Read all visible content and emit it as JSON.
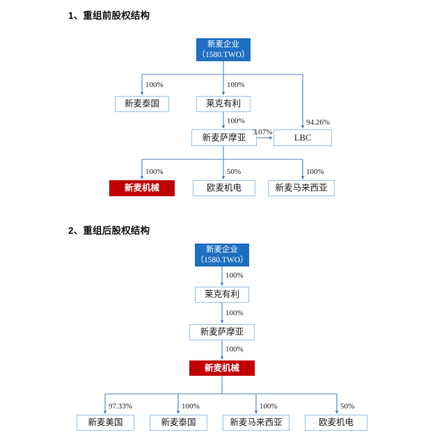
{
  "document": {
    "sections": [
      {
        "id": "pre-restructure",
        "heading": "1、重组前股权结构"
      },
      {
        "id": "post-restructure",
        "heading": "2、重组后股权结构"
      }
    ]
  },
  "colors": {
    "parent_blue": "#1f6fc0",
    "highlight_red": "#c00000",
    "box_border": "#9cc3e5",
    "connector": "#4f81bd",
    "text": "#1a1a1a"
  },
  "chart_data": [
    {
      "type": "diagram",
      "title": "1、重组前股权结构",
      "nodes": [
        {
          "id": "c1-parent",
          "label_line1": "新麦企业",
          "label_line2": "（1580.TWO）",
          "style": "blue"
        },
        {
          "id": "c1-thailand",
          "label": "新麦泰国",
          "style": "plain"
        },
        {
          "id": "c1-laikeyouli",
          "label": "莱克有利",
          "style": "plain"
        },
        {
          "id": "c1-samoa",
          "label": "新麦萨摩亚",
          "style": "plain"
        },
        {
          "id": "c1-lbc",
          "label": "LBC",
          "style": "plain"
        },
        {
          "id": "c1-machinery",
          "label": "新麦机械",
          "style": "red"
        },
        {
          "id": "c1-oumai",
          "label": "欧麦机电",
          "style": "plain"
        },
        {
          "id": "c1-malaysia",
          "label": "新麦马来西亚",
          "style": "plain"
        }
      ],
      "edges": [
        {
          "from": "c1-parent",
          "to": "c1-thailand",
          "label": "100%"
        },
        {
          "from": "c1-parent",
          "to": "c1-laikeyouli",
          "label": "100%"
        },
        {
          "from": "c1-parent",
          "to": "c1-lbc",
          "label": "94.26%"
        },
        {
          "from": "c1-laikeyouli",
          "to": "c1-samoa",
          "label": "100%"
        },
        {
          "from": "c1-samoa",
          "to": "c1-lbc",
          "label": "3.07%"
        },
        {
          "from": "c1-samoa",
          "to": "c1-machinery",
          "label": "100%"
        },
        {
          "from": "c1-samoa",
          "to": "c1-oumai",
          "label": "50%"
        },
        {
          "from": "c1-samoa",
          "to": "c1-malaysia",
          "label": "100%"
        }
      ]
    },
    {
      "type": "diagram",
      "title": "2、重组后股权结构",
      "nodes": [
        {
          "id": "c2-parent",
          "label_line1": "新麦企业",
          "label_line2": "（1580.TWO）",
          "style": "blue"
        },
        {
          "id": "c2-laikeyouli",
          "label": "莱克有利",
          "style": "plain"
        },
        {
          "id": "c2-samoa",
          "label": "新麦萨摩亚",
          "style": "plain"
        },
        {
          "id": "c2-machinery",
          "label": "新麦机械",
          "style": "red"
        },
        {
          "id": "c2-usa",
          "label": "新麦美国",
          "style": "plain"
        },
        {
          "id": "c2-thailand",
          "label": "新麦泰国",
          "style": "plain"
        },
        {
          "id": "c2-malaysia",
          "label": "新麦马来西亚",
          "style": "plain"
        },
        {
          "id": "c2-oumai",
          "label": "欧麦机电",
          "style": "plain"
        }
      ],
      "edges": [
        {
          "from": "c2-parent",
          "to": "c2-laikeyouli",
          "label": "100%"
        },
        {
          "from": "c2-laikeyouli",
          "to": "c2-samoa",
          "label": "100%"
        },
        {
          "from": "c2-samoa",
          "to": "c2-machinery",
          "label": "100%"
        },
        {
          "from": "c2-machinery",
          "to": "c2-usa",
          "label": "97.33%"
        },
        {
          "from": "c2-machinery",
          "to": "c2-thailand",
          "label": "100%"
        },
        {
          "from": "c2-machinery",
          "to": "c2-malaysia",
          "label": "100%"
        },
        {
          "from": "c2-machinery",
          "to": "c2-oumai",
          "label": "50%"
        }
      ]
    }
  ]
}
